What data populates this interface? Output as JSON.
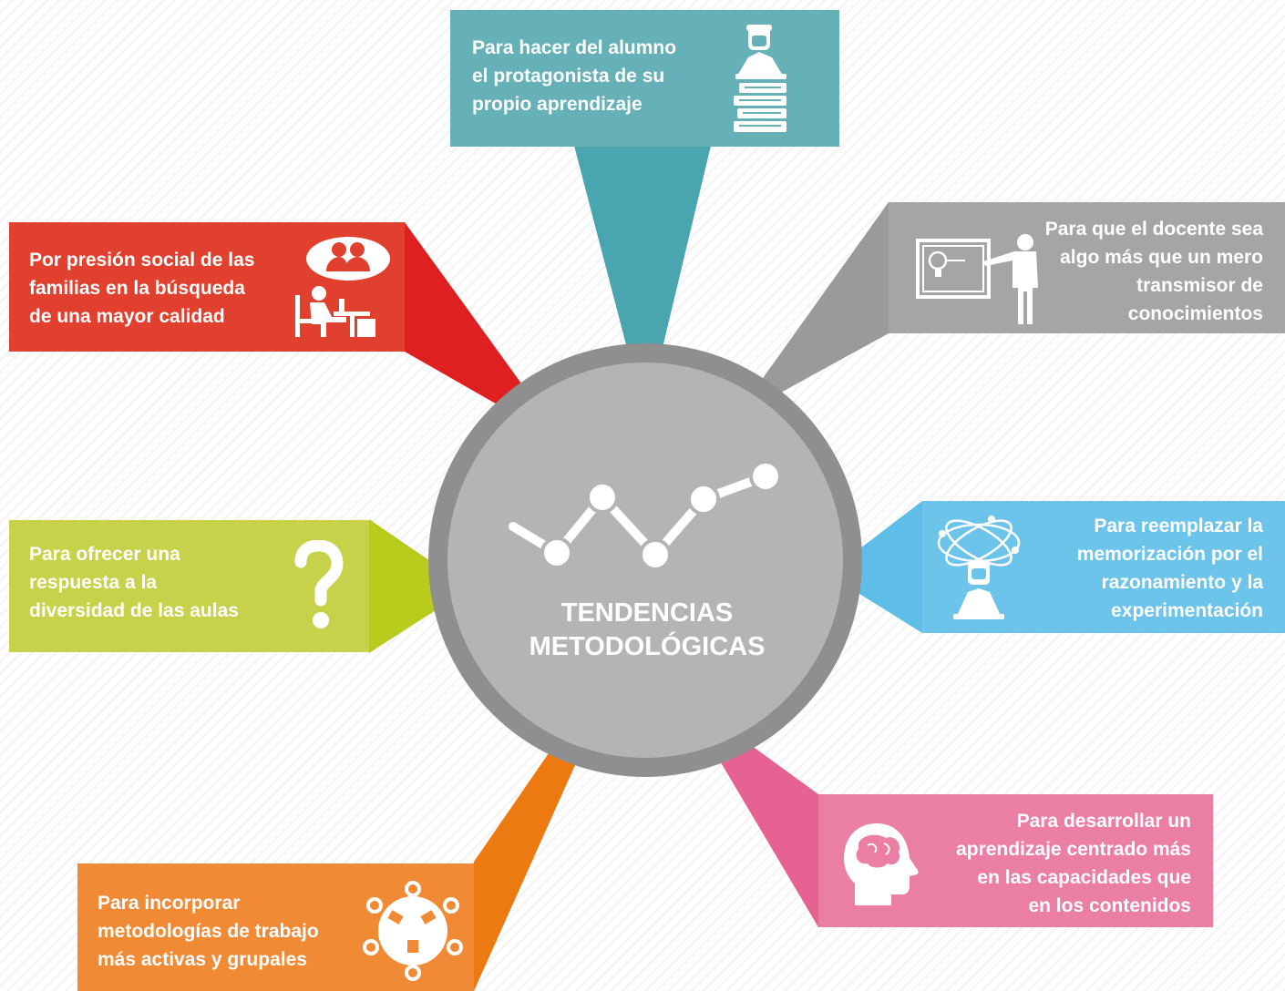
{
  "center": {
    "title": "TENDENCIAS\nMETODOLÓGICAS",
    "icon": "line-chart-icon",
    "ring_color": "#8f8f8f",
    "fill_color": "#b4b4b4"
  },
  "items": [
    {
      "id": "top",
      "text": "Para hacer del alumno\nel protagonista de su\npropio aprendizaje",
      "icon": "student-on-books-icon",
      "color": "#66b0b7",
      "beam_color": "#49a6b0"
    },
    {
      "id": "top-right",
      "text": "Para que el docente sea\nalgo más que un mero\ntransmisor de\nconocimientos",
      "icon": "teacher-whiteboard-icon",
      "color": "#a5a5a5",
      "beam_color": "#9a9a9a"
    },
    {
      "id": "right",
      "text": "Para reemplazar la\nmemorización por el\nrazonamiento y la\nexperimentación",
      "icon": "thinking-student-orbit-icon",
      "color": "#6cc4ea",
      "beam_color": "#5fbee8"
    },
    {
      "id": "bottom-right",
      "text": "Para desarrollar un\naprendizaje centrado más\nen las capacidades que\nen los contenidos",
      "icon": "head-brain-icon",
      "color": "#eb7fa3",
      "beam_color": "#e66293"
    },
    {
      "id": "bottom-left",
      "text": "Para incorporar\nmetodologías de trabajo\nmás activas y grupales",
      "icon": "group-table-icon",
      "color": "#f08a34",
      "beam_color": "#ec7a11"
    },
    {
      "id": "left",
      "text": "Para ofrecer una\nrespuesta a la\ndiversidad de las aulas",
      "icon": "question-mark-icon",
      "color": "#c6d34a",
      "beam_color": "#b9cc1d"
    },
    {
      "id": "top-left",
      "text": "Por presión social de las\nfamilias en la búsqueda\nde una mayor calidad",
      "icon": "family-pressure-icon",
      "color": "#e2402f",
      "beam_color": "#df2020"
    }
  ]
}
